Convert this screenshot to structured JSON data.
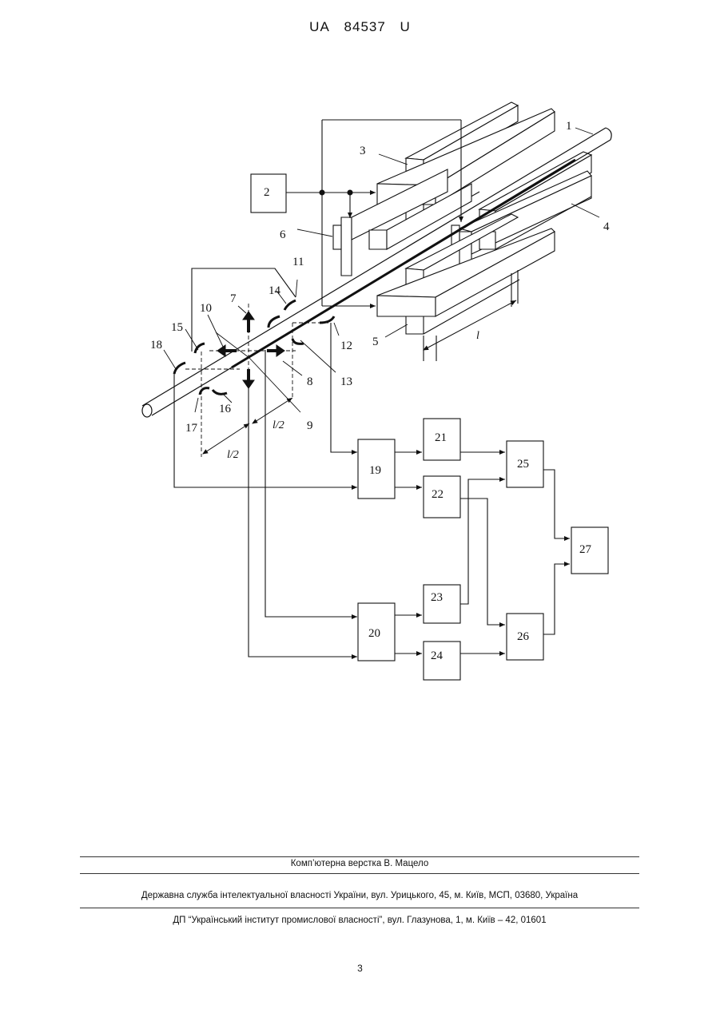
{
  "header": {
    "code": "UA",
    "number": "84537",
    "kind": "U"
  },
  "figure": {
    "labels": {
      "l1": "1",
      "l2": "2",
      "l3": "3",
      "l4": "4",
      "l5": "5",
      "l6": "6",
      "l7": "7",
      "l8": "8",
      "l9": "9",
      "l10": "10",
      "l11": "11",
      "l12": "12",
      "l13": "13",
      "l14": "14",
      "l15": "15",
      "l16": "16",
      "l17": "17",
      "l18": "18",
      "l19": "19",
      "l20": "20",
      "l21": "21",
      "l22": "22",
      "l23": "23",
      "l24": "24",
      "l25": "25",
      "l26": "26",
      "l27": "27"
    },
    "dims": {
      "l": "l",
      "half_a": "l/2",
      "half_b": "l/2"
    }
  },
  "footer": {
    "layout": "Комп’ютерна верстка В. Мацело",
    "agency": "Державна служба інтелектуальної власності України, вул. Урицького, 45, м. Київ, МСП, 03680, Україна",
    "institute": "ДП “Український інститут промислової власності”, вул. Глазунова, 1, м. Київ – 42, 01601"
  },
  "page_number": "3"
}
